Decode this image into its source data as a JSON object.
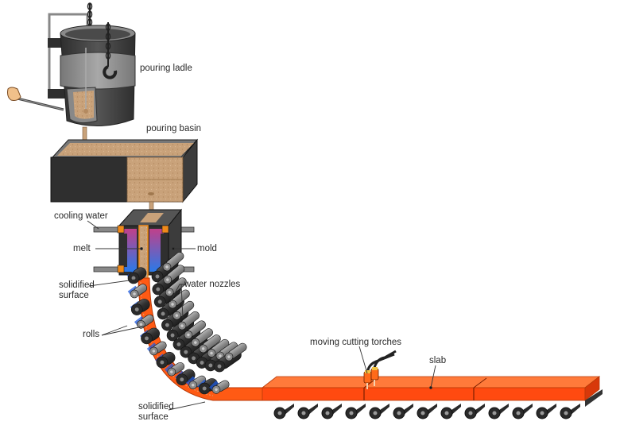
{
  "title": "Continuous casting process",
  "labels": {
    "pouring_ladle": "pouring ladle",
    "pouring_basin": "pouring basin",
    "cooling_water": "cooling water",
    "melt": "melt",
    "mold": "mold",
    "solidified_surface_top": "solidified\nsurface",
    "water_nozzles": "water nozzles",
    "rolls": "rolls",
    "solidified_surface_bottom": "solidified\nsurface",
    "moving_cutting_torches": "moving cutting torches",
    "slab": "slab"
  },
  "colors": {
    "steel_dark": "#3a3a3a",
    "steel_mid": "#6e6e6e",
    "steel_light": "#9a9a9a",
    "melt": "#c9a27a",
    "strand": "#ff5a14",
    "slab": "#ff4a10",
    "water": "#1e5adc",
    "coolant_top": "#c0408a",
    "coolant_bottom": "#2a7ae8",
    "fitting": "#f08a1a"
  }
}
